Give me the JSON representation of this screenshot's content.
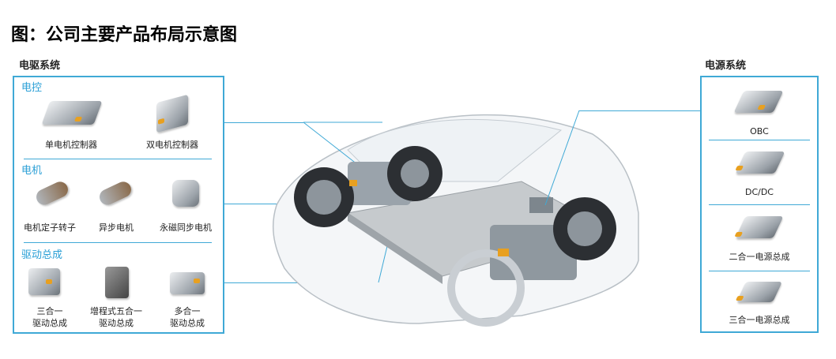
{
  "title": "图：公司主要产品布局示意图",
  "left_panel": {
    "header": "电驱系统",
    "sections": [
      {
        "label": "电控",
        "items": [
          "单电机控制器",
          "双电机控制器"
        ]
      },
      {
        "label": "电机",
        "items": [
          "电机定子转子",
          "异步电机",
          "永磁同步电机"
        ]
      },
      {
        "label": "驱动总成",
        "items": [
          [
            "三合一",
            "驱动总成"
          ],
          [
            "增程式五合一",
            "驱动总成"
          ],
          [
            "多合一",
            "驱动总成"
          ]
        ]
      }
    ]
  },
  "right_panel": {
    "header": "电源系统",
    "items": [
      "OBC",
      "DC/DC",
      "二合一电源总成",
      "三合一电源总成"
    ]
  },
  "colors": {
    "accent": "#3fa9d6",
    "connector": "#e8a020"
  }
}
